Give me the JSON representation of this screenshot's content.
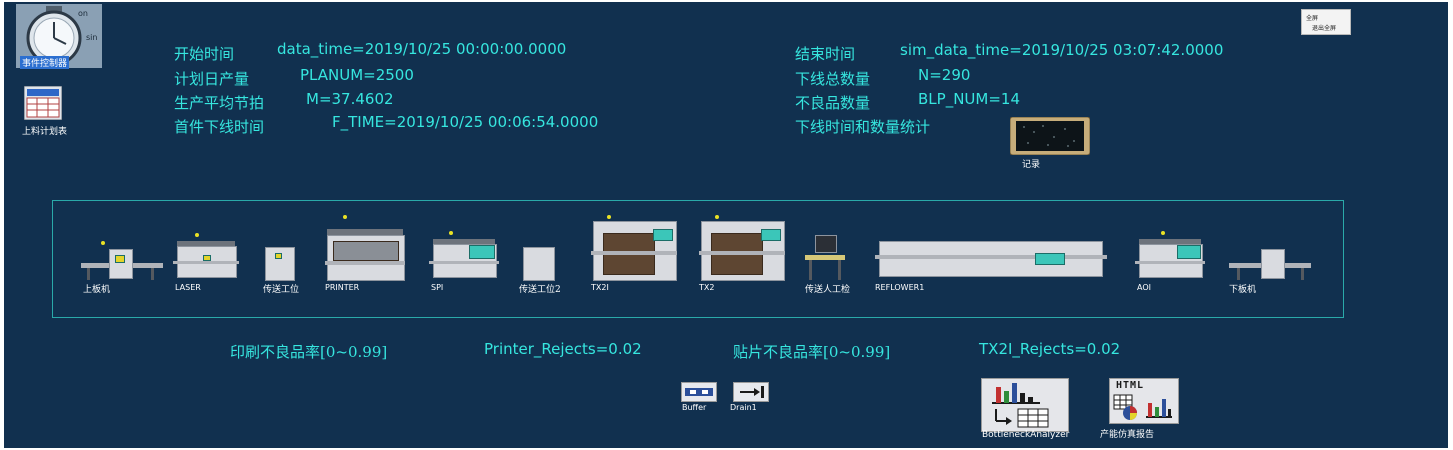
{
  "window": {
    "fullscreen_label": "全屏",
    "exit_fullscreen_label": "退出全屏"
  },
  "top_icons": {
    "event_controller_label": "事件控制器",
    "feed_plan_label": "上料计划表",
    "record_label": "记录"
  },
  "stats": {
    "start_time_label": "开始时间",
    "start_time_value": "data_time=2019/10/25 00:00:00.0000",
    "plan_output_label": "计划日产量",
    "plan_output_value": "PLANUM=2500",
    "avg_takt_label": "生产平均节拍",
    "avg_takt_value": "M=37.4602",
    "first_offline_label": "首件下线时间",
    "first_offline_value": "F_TIME=2019/10/25 00:06:54.0000",
    "end_time_label": "结束时间",
    "end_time_value": "sim_data_time=2019/10/25 03:07:42.0000",
    "total_offline_label": "下线总数量",
    "total_offline_value": "N=290",
    "defect_count_label": "不良品数量",
    "defect_count_value": "BLP_NUM=14",
    "offline_stats_label": "下线时间和数量统计"
  },
  "machines": [
    {
      "id": "loader",
      "label": "上板机"
    },
    {
      "id": "laser",
      "label": "LASER"
    },
    {
      "id": "conveyor1",
      "label": "传送工位"
    },
    {
      "id": "printer",
      "label": "PRINTER"
    },
    {
      "id": "spi",
      "label": "SPI"
    },
    {
      "id": "conveyor2",
      "label": "传送工位2"
    },
    {
      "id": "tx2i",
      "label": "TX2I"
    },
    {
      "id": "tx2",
      "label": "TX2"
    },
    {
      "id": "manual",
      "label": "传送人工检"
    },
    {
      "id": "reflow",
      "label": "REFLOWER1"
    },
    {
      "id": "aoi",
      "label": "AOI"
    },
    {
      "id": "unloader",
      "label": "下板机"
    }
  ],
  "rejects": {
    "print_label": "印刷不良品率[0~0.99]",
    "print_value": "Printer_Rejects=0.02",
    "placement_label": "贴片不良品率[0~0.99]",
    "placement_value": "TX2I_Rejects=0.02"
  },
  "bottom_icons": {
    "buffer_label": "Buffer",
    "drain_label": "Drain1",
    "bottleneck_label": "BottleneckAnalyzer",
    "report_label": "产能仿真报告",
    "report_icon_text": "HTML"
  },
  "colors": {
    "background": "#11304f",
    "accent_text": "#36e6df",
    "line_border": "#2aa9a9"
  }
}
